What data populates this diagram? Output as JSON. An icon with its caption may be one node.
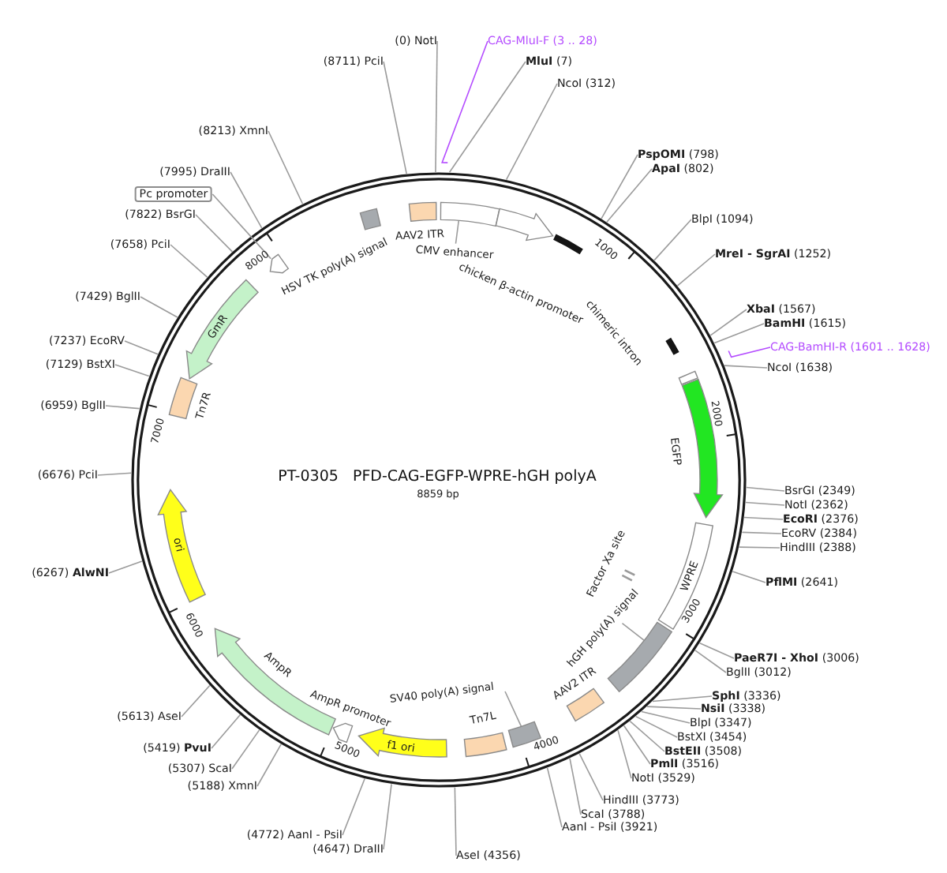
{
  "diagram": {
    "title": "PT-0305   PFD-CAG-EGFP-WPRE-hGH polyA",
    "nodes": [
      {
        "text": [
          "AAV2 ITR"
        ]
      },
      {
        "text": [],
        "shape": "box"
      },
      {
        "text": [
          "CMV enhancer"
        ]
      },
      {
        "text": [
          "chicken β-actin promoter"
        ]
      },
      {
        "text": [
          "chimeric intron"
        ]
      },
      {
        "text": [],
        "shape": "box"
      },
      {
        "text": [
          "EGFP"
        ]
      },
      {
        "text": [
          "WPRE"
        ]
      },
      {
        "text": [
          "Factor Xa site"
        ]
      },
      {
        "text": [],
        "shape": "box"
      },
      {
        "text": [
          "hGH poly(A) signal"
        ]
      },
      {
        "text": [
          "AAV2 ITR"
        ]
      },
      {
        "text": [],
        "shape": "box"
      },
      {
        "text": [
          "SV40 poly(A) signal"
        ]
      },
      {
        "text": [
          "Tn7L"
        ]
      },
      {
        "text": [
          "f1 ori"
        ]
      },
      {
        "text": [
          "AmpR promoter"
        ]
      },
      {
        "text": [
          "AmpR"
        ]
      },
      {
        "text": [
          "ori"
        ]
      },
      {
        "text": [
          "Tn7R"
        ]
      },
      {
        "text": [
          "GmR"
        ]
      },
      {
        "text": [],
        "shape": "arrow"
      },
      {
        "text": [
          "Pc promoter"
        ]
      },
      {
        "text": [
          "HSV TK poly(A) signal"
        ]
      },
      {
        "text": [
          "CAG-MluI-F (3 .. 28)"
        ]
      },
      {
        "text": [
          "CAG-BamHI-R (1601 .. 1628)"
        ]
      },
      {
        "text": [
          "(0) NotI"
        ]
      },
      {
        "text": [
          "**MluI** (7)"
        ]
      },
      {
        "text": [
          "NcoI (312)"
        ]
      },
      {
        "text": [
          "**PspOMI** (798)"
        ]
      },
      {
        "text": [
          "**ApaI** (802)"
        ]
      },
      {
        "text": [
          "BlpI (1094)"
        ]
      },
      {
        "text": [
          "**MreI - SgrAI** (1252)"
        ]
      },
      {
        "text": [
          "**XbaI** (1567)"
        ]
      },
      {
        "text": [
          "**BamHI** (1615)"
        ]
      },
      {
        "text": [
          "NcoI (1638)"
        ]
      },
      {
        "text": [
          "BsrGI (2349)"
        ]
      },
      {
        "text": [
          "NotI (2362)"
        ]
      },
      {
        "text": [
          "**EcoRI** (2376)"
        ]
      },
      {
        "text": [
          "EcoRV (2384)"
        ]
      },
      {
        "text": [
          "HindIII (2388)"
        ]
      },
      {
        "text": [
          "**PflMI** (2641)"
        ]
      },
      {
        "text": [
          "**PaeR7I - XhoI** (3006)"
        ]
      },
      {
        "text": [
          "BglII (3012)"
        ]
      },
      {
        "text": [
          "**SphI** (3336)"
        ]
      },
      {
        "text": [
          "**NsiI** (3338)"
        ]
      },
      {
        "text": [
          "BlpI (3347)"
        ]
      },
      {
        "text": [
          "BstXI (3454)"
        ]
      },
      {
        "text": [
          "**BstEII** (3508)"
        ]
      },
      {
        "text": [
          "**PmlI** (3516)"
        ]
      },
      {
        "text": [
          "NotI (3529)"
        ]
      },
      {
        "text": [
          "HindIII (3773)"
        ]
      },
      {
        "text": [
          "ScaI (3788)"
        ]
      },
      {
        "text": [
          "AanI - PsiI (3921)"
        ]
      },
      {
        "text": [
          "AseI (4356)"
        ]
      },
      {
        "text": [
          "(4647) DraIII"
        ]
      },
      {
        "text": [
          "(4772) AanI - PsiI"
        ]
      },
      {
        "text": [
          "(5188) XmnI"
        ]
      },
      {
        "text": [
          "(5307) ScaI"
        ]
      },
      {
        "text": [
          "(5419) **PvuI**"
        ]
      },
      {
        "text": [
          "(5613) AseI"
        ]
      },
      {
        "text": [
          "(6267) **AlwNI**"
        ]
      },
      {
        "text": [
          "(6676) PciI"
        ]
      },
      {
        "text": [
          "(6959) BglII"
        ]
      },
      {
        "text": [
          "(7129) BstXI"
        ]
      },
      {
        "text": [
          "(7237) EcoRV"
        ]
      },
      {
        "text": [
          "(7429) BglII"
        ]
      },
      {
        "text": [
          "(7658) PciI"
        ]
      },
      {
        "text": [
          "(7822) BsrGI"
        ]
      },
      {
        "text": [
          "(7995) DraIII"
        ]
      },
      {
        "text": [
          "(8213) XmnI"
        ]
      },
      {
        "text": [
          "(8711) PciI"
        ]
      }
    ],
    "edges": [
      {
        "from": 2,
        "to": 1,
        "arrow": "none"
      },
      {
        "from": 10,
        "to": 9,
        "arrow": "none"
      },
      {
        "from": 13,
        "to": 12,
        "arrow": "none"
      },
      {
        "from": 22,
        "to": 21,
        "arrow": "none"
      },
      {
        "from": 24,
        "to": null,
        "arrow": "none",
        "color": "#b44cff"
      },
      {
        "from": 25,
        "to": null,
        "arrow": "none",
        "color": "#b44cff"
      },
      {
        "from": 26,
        "to": null,
        "arrow": "none"
      },
      {
        "from": 27,
        "to": null,
        "arrow": "none"
      },
      {
        "from": 28,
        "to": null,
        "arrow": "none"
      },
      {
        "from": 29,
        "to": null,
        "arrow": "none"
      },
      {
        "from": 30,
        "to": null,
        "arrow": "none"
      },
      {
        "from": 31,
        "to": null,
        "arrow": "none"
      },
      {
        "from": 32,
        "to": null,
        "arrow": "none"
      },
      {
        "from": 33,
        "to": null,
        "arrow": "none"
      },
      {
        "from": 34,
        "to": null,
        "arrow": "none"
      },
      {
        "from": 35,
        "to": null,
        "arrow": "none"
      },
      {
        "from": 36,
        "to": null,
        "arrow": "none"
      },
      {
        "from": 37,
        "to": null,
        "arrow": "none"
      },
      {
        "from": 38,
        "to": null,
        "arrow": "none"
      },
      {
        "from": 39,
        "to": null,
        "arrow": "none"
      },
      {
        "from": 40,
        "to": null,
        "arrow": "none"
      },
      {
        "from": 41,
        "to": null,
        "arrow": "none"
      },
      {
        "from": 42,
        "to": null,
        "arrow": "none"
      },
      {
        "from": 43,
        "to": null,
        "arrow": "none"
      },
      {
        "from": 44,
        "to": null,
        "arrow": "none"
      },
      {
        "from": 45,
        "to": null,
        "arrow": "none"
      },
      {
        "from": 46,
        "to": null,
        "arrow": "none"
      },
      {
        "from": 47,
        "to": null,
        "arrow": "none"
      },
      {
        "from": 48,
        "to": null,
        "arrow": "none"
      },
      {
        "from": 49,
        "to": null,
        "arrow": "none"
      },
      {
        "from": 50,
        "to": null,
        "arrow": "none"
      },
      {
        "from": 51,
        "to": null,
        "arrow": "none"
      },
      {
        "from": 52,
        "to": null,
        "arrow": "none"
      },
      {
        "from": 53,
        "to": null,
        "arrow": "none"
      },
      {
        "from": 54,
        "to": null,
        "arrow": "none"
      },
      {
        "from": 55,
        "to": null,
        "arrow": "none"
      },
      {
        "from": 56,
        "to": null,
        "arrow": "none"
      },
      {
        "from": 57,
        "to": null,
        "arrow": "none"
      },
      {
        "from": 58,
        "to": null,
        "arrow": "none"
      },
      {
        "from": 59,
        "to": null,
        "arrow": "none"
      },
      {
        "from": 60,
        "to": null,
        "arrow": "none"
      },
      {
        "from": 61,
        "to": null,
        "arrow": "none"
      },
      {
        "from": 62,
        "to": null,
        "arrow": "none"
      },
      {
        "from": 63,
        "to": null,
        "arrow": "none"
      },
      {
        "from": 64,
        "to": null,
        "arrow": "none"
      },
      {
        "from": 65,
        "to": null,
        "arrow": "none"
      },
      {
        "from": 66,
        "to": null,
        "arrow": "none"
      },
      {
        "from": 67,
        "to": null,
        "arrow": "none"
      },
      {
        "from": 68,
        "to": null,
        "arrow": "none"
      },
      {
        "from": 69,
        "to": null,
        "arrow": "none"
      },
      {
        "from": 70,
        "to": null,
        "arrow": "none"
      },
      {
        "from": 71,
        "to": null,
        "arrow": "none"
      }
    ],
    "labels": [
      "1000",
      "2000",
      "3000",
      "4000",
      "5000",
      "6000",
      "7000",
      "8000",
      "8859 bp"
    ]
  }
}
